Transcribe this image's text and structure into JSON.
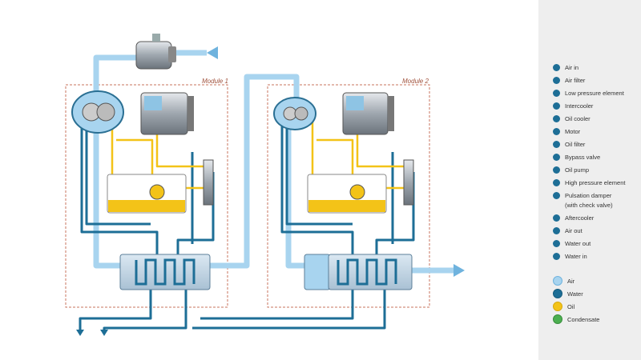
{
  "modules": {
    "module1": "Module 1",
    "module2": "Module 2"
  },
  "legend": {
    "items": [
      "Air in",
      "Air filter",
      "Low pressure element",
      "Intercooler",
      "Oil cooler",
      "Motor",
      "Oil filter",
      "Bypass valve",
      "Oil pump",
      "High pressure element",
      "Pulsation damper",
      "Aftercooler",
      "Air out",
      "Water out",
      "Water in"
    ],
    "pulsation_note": "(with check valve)"
  },
  "color_key": [
    {
      "label": "Air",
      "color": "#a8d4ef",
      "border": "#6fb3de"
    },
    {
      "label": "Water",
      "color": "#1d6e96",
      "border": "#145b7d"
    },
    {
      "label": "Oil",
      "color": "#f3c318",
      "border": "#d7a90c"
    },
    {
      "label": "Condensate",
      "color": "#4caf50",
      "border": "#388e3c"
    }
  ],
  "colors": {
    "air": "#a8d4ef",
    "water": "#1d6e96",
    "oil": "#f3c318",
    "module_border": "#c9735c",
    "legend_bg": "#eeeeee"
  },
  "icons": [
    "arrow-icon",
    "compressor-icon",
    "motor-icon",
    "filter-icon",
    "pump-icon",
    "cooler-icon"
  ]
}
